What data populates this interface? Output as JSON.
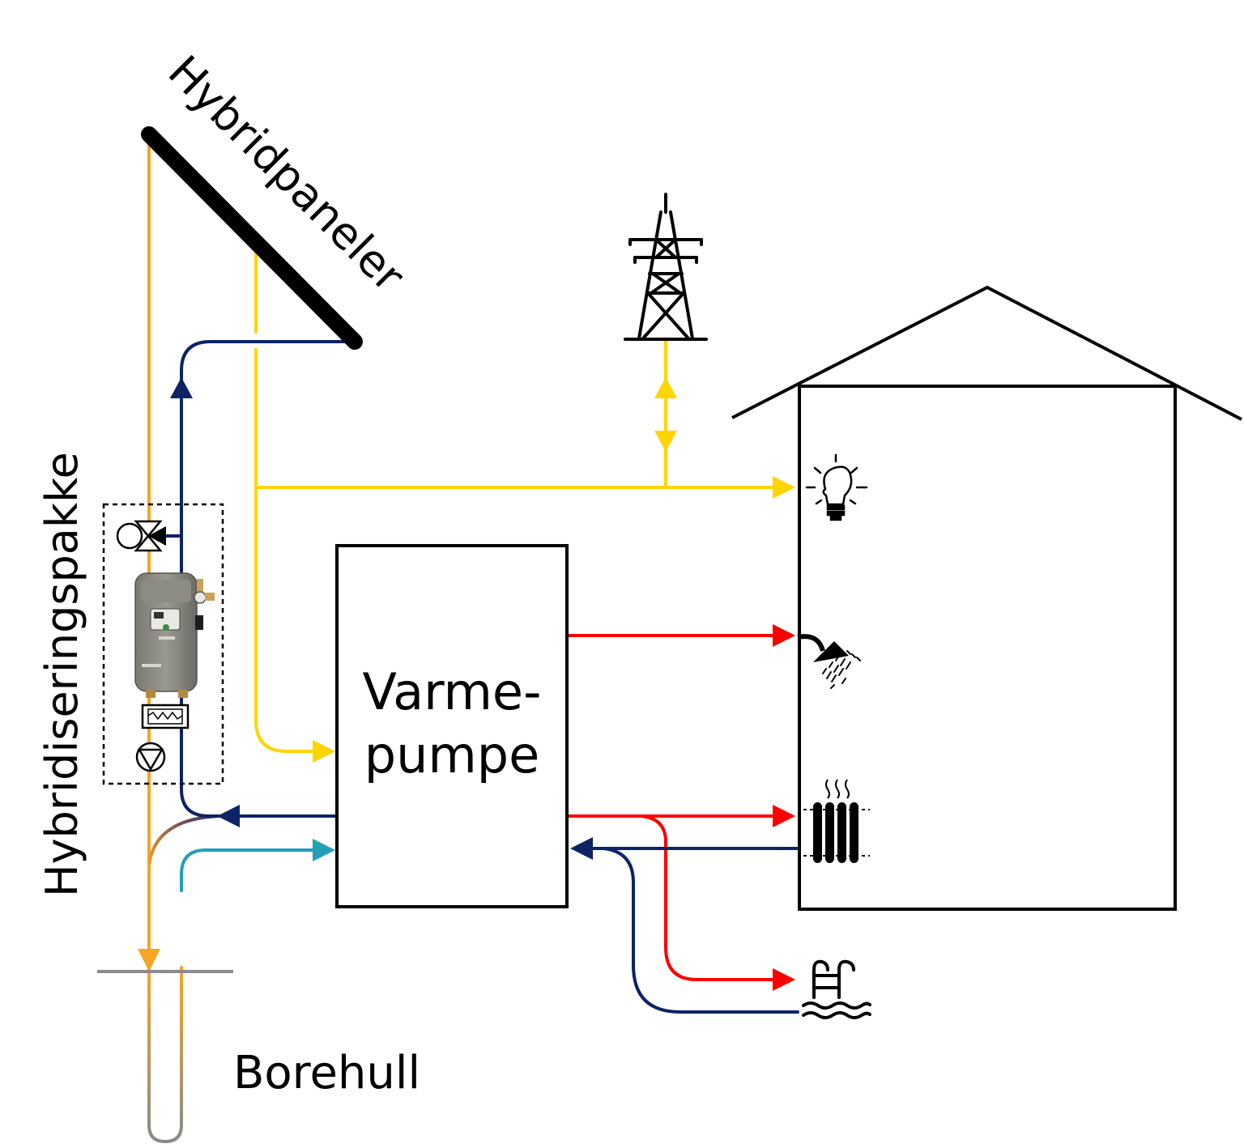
{
  "labels": {
    "panels": "Hybridpaneler",
    "package": "Hybridiseringspakke",
    "heat_pump_line1": "Varme-",
    "heat_pump_line2": "pumpe",
    "borehole": "Borehull"
  },
  "colors": {
    "solar_electric": "#FFD500",
    "solar_thermal": "#F5A623",
    "cold_return": "#0D2366",
    "ground_loop": "#22A0B8",
    "hot_supply": "#FF0000",
    "ground_pipe": "#8A8A8A",
    "outline": "#000000"
  },
  "icons": {
    "panel": "solar-panel-icon",
    "pylon": "power-pylon-icon",
    "bulb": "light-bulb-icon",
    "shower": "shower-icon",
    "radiator": "radiator-icon",
    "pool": "swimming-pool-icon",
    "valve": "three-way-valve-icon",
    "unit": "hybrid-unit-icon",
    "exchanger": "heat-exchanger-icon",
    "pump": "circulation-pump-icon"
  }
}
